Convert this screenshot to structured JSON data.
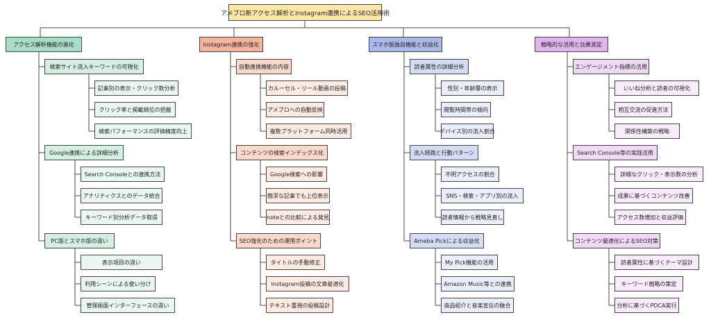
{
  "root": {
    "label": "アメブロ新アクセス解析とInstagram連携によるSEO活用術",
    "color": "#fde7a8"
  },
  "columns": [
    {
      "label": "アクセス解析機能の進化",
      "colors": {
        "l1": "#a8dcc4",
        "l2": "#d6efe3",
        "l3": "#eaf7f0"
      },
      "children": [
        {
          "label": "検索サイト流入キーワードの可視化",
          "children": [
            "記事別の表示・クリック数分析",
            "クリック率と掲載順位の把握",
            "検索パフォーマンスの評価精度向上"
          ]
        },
        {
          "label": "Google連携による詳細分析",
          "children": [
            "Search Consoleとの連携方法",
            "アナリティクスとのデータ統合",
            "キーワード別分析データ取得"
          ]
        },
        {
          "label": "PC版とスマホ版の違い",
          "children": [
            "表示項目の違い",
            "利用シーンによる使い分け",
            "管理画面インターフェースの違い"
          ]
        }
      ]
    },
    {
      "label": "Instagram連携の強化",
      "colors": {
        "l1": "#f6b49e",
        "l2": "#fbd8cc",
        "l3": "#fdeae3"
      },
      "children": [
        {
          "label": "自動連携機能の内容",
          "children": [
            "カルーセル・リール動画の投稿",
            "アメブロへの自動反映",
            "複数プラットフォーム同時活用"
          ]
        },
        {
          "label": "コンテンツの検索インデックス化",
          "children": [
            "Google検索への影響",
            "簡潔な記事でも上位表示",
            "noteとの比較による発見"
          ]
        },
        {
          "label": "SEO強化のための運用ポイント",
          "children": [
            "タイトルの手動修正",
            "Instagram投稿の文章最適化",
            "テキスト重視の投稿設計"
          ]
        }
      ]
    },
    {
      "label": "スマホ版独自機能と収益化",
      "colors": {
        "l1": "#a9b9ea",
        "l2": "#d5ddf5",
        "l3": "#e9eefa"
      },
      "children": [
        {
          "label": "読者属性の詳細分析",
          "children": [
            "性別・年齢層の表示",
            "閲覧時間帯の傾向",
            "デバイス別の流入割合"
          ]
        },
        {
          "label": "流入経路と行動パターン",
          "children": [
            "不明アクセスの割合",
            "SNS・検索・アプリ別の流入",
            "読者情報から戦略見直し"
          ]
        },
        {
          "label": "Ameba Pickによる収益化",
          "children": [
            "My Pick機能の活用",
            "Amazon Music等との連携",
            "商品紹介と音楽宣伝の融合"
          ]
        }
      ]
    },
    {
      "label": "戦略的な活用と効果測定",
      "colors": {
        "l1": "#e0b4ec",
        "l2": "#f0d9f5",
        "l3": "#f8ecfa"
      },
      "children": [
        {
          "label": "エンゲージメント指標の活用",
          "children": [
            "いいね分析と読者の可視化",
            "相互交流の促進方法",
            "関係性構築の戦略"
          ]
        },
        {
          "label": "Search Console等の実践活用",
          "children": [
            "詳細なクリック・表示数の分析",
            "成果に基づくコンテンツ改善",
            "アクセス数増加と収益評価"
          ]
        },
        {
          "label": "コンテンツ最適化によるSEO対策",
          "children": [
            "読者属性に基づくテーマ設計",
            "キーワード戦略の策定",
            "分析に基づくPDCA実行"
          ]
        }
      ]
    }
  ]
}
